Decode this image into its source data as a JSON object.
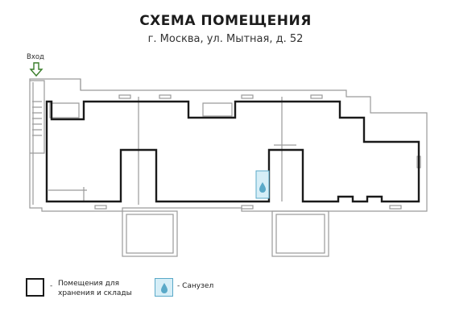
{
  "title": "СХЕМА ПОМЕЩЕНИЯ",
  "subtitle": "г. Москва, ул. Мытная, д. 52",
  "entry": {
    "label": "Вход"
  },
  "legend": {
    "storage": {
      "dash": "-",
      "text": "Помещения для хранения и склады"
    },
    "bathroom": {
      "text": "- Санузел"
    }
  },
  "colors": {
    "wall": "#1a1a1a",
    "thin_wall": "#9a9a9a",
    "bath_fill": "#d6eef7",
    "bath_stroke": "#5aa9c8",
    "arrow": "#3a7d2a"
  },
  "icons": {
    "entry": "arrow-down-icon",
    "bathroom": "water-drop-icon"
  }
}
